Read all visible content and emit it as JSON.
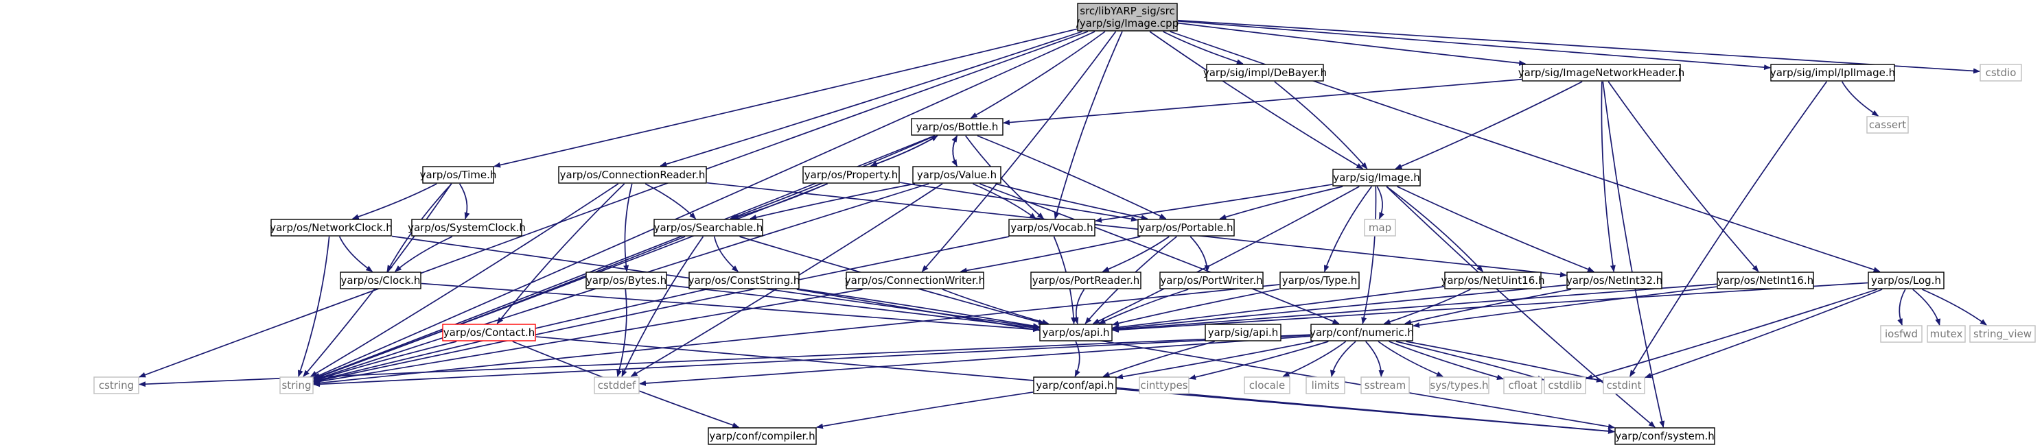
{
  "diagram": {
    "type": "include-dependency-graph",
    "colors": {
      "edge": "#191970",
      "root_fill": "#bfbfbf",
      "box_border": "#000000",
      "system_border": "#bfbfbf",
      "system_text": "#777777",
      "external_border": "#ff0000"
    },
    "nodes": [
      {
        "id": "root",
        "lines": [
          "src/libYARP_sig/src",
          "/yarp/sig/Image.cpp"
        ],
        "kind": "root"
      },
      {
        "id": "time",
        "lines": [
          "yarp/os/Time.h"
        ],
        "kind": "internal"
      },
      {
        "id": "connreader",
        "lines": [
          "yarp/os/ConnectionReader.h"
        ],
        "kind": "internal"
      },
      {
        "id": "bottle",
        "lines": [
          "yarp/os/Bottle.h"
        ],
        "kind": "internal"
      },
      {
        "id": "property",
        "lines": [
          "yarp/os/Property.h"
        ],
        "kind": "internal"
      },
      {
        "id": "value",
        "lines": [
          "yarp/os/Value.h"
        ],
        "kind": "internal"
      },
      {
        "id": "debayer",
        "lines": [
          "yarp/sig/impl/DeBayer.h"
        ],
        "kind": "internal"
      },
      {
        "id": "imgnethdr",
        "lines": [
          "yarp/sig/ImageNetworkHeader.h"
        ],
        "kind": "internal"
      },
      {
        "id": "iplimage",
        "lines": [
          "yarp/sig/impl/IplImage.h"
        ],
        "kind": "internal"
      },
      {
        "id": "cstdio",
        "lines": [
          "cstdio"
        ],
        "kind": "system"
      },
      {
        "id": "cassert",
        "lines": [
          "cassert"
        ],
        "kind": "system"
      },
      {
        "id": "image",
        "lines": [
          "yarp/sig/Image.h"
        ],
        "kind": "internal"
      },
      {
        "id": "netclock",
        "lines": [
          "yarp/os/NetworkClock.h"
        ],
        "kind": "internal"
      },
      {
        "id": "sysclock",
        "lines": [
          "yarp/os/SystemClock.h"
        ],
        "kind": "internal"
      },
      {
        "id": "searchable",
        "lines": [
          "yarp/os/Searchable.h"
        ],
        "kind": "internal"
      },
      {
        "id": "vocab",
        "lines": [
          "yarp/os/Vocab.h"
        ],
        "kind": "internal"
      },
      {
        "id": "portable",
        "lines": [
          "yarp/os/Portable.h"
        ],
        "kind": "internal"
      },
      {
        "id": "map",
        "lines": [
          "map"
        ],
        "kind": "system"
      },
      {
        "id": "clock",
        "lines": [
          "yarp/os/Clock.h"
        ],
        "kind": "internal"
      },
      {
        "id": "bytes",
        "lines": [
          "yarp/os/Bytes.h"
        ],
        "kind": "internal"
      },
      {
        "id": "conststring",
        "lines": [
          "yarp/os/ConstString.h"
        ],
        "kind": "internal"
      },
      {
        "id": "connwriter",
        "lines": [
          "yarp/os/ConnectionWriter.h"
        ],
        "kind": "internal"
      },
      {
        "id": "portreader",
        "lines": [
          "yarp/os/PortReader.h"
        ],
        "kind": "internal"
      },
      {
        "id": "portwriter",
        "lines": [
          "yarp/os/PortWriter.h"
        ],
        "kind": "internal"
      },
      {
        "id": "type",
        "lines": [
          "yarp/os/Type.h"
        ],
        "kind": "internal"
      },
      {
        "id": "netuint16",
        "lines": [
          "yarp/os/NetUint16.h"
        ],
        "kind": "internal"
      },
      {
        "id": "netint32",
        "lines": [
          "yarp/os/NetInt32.h"
        ],
        "kind": "internal"
      },
      {
        "id": "netint16",
        "lines": [
          "yarp/os/NetInt16.h"
        ],
        "kind": "internal"
      },
      {
        "id": "log",
        "lines": [
          "yarp/os/Log.h"
        ],
        "kind": "internal"
      },
      {
        "id": "iosfwd",
        "lines": [
          "iosfwd"
        ],
        "kind": "system"
      },
      {
        "id": "mutex",
        "lines": [
          "mutex"
        ],
        "kind": "system"
      },
      {
        "id": "string_view",
        "lines": [
          "string_view"
        ],
        "kind": "system"
      },
      {
        "id": "contact",
        "lines": [
          "yarp/os/Contact.h"
        ],
        "kind": "external"
      },
      {
        "id": "osapi",
        "lines": [
          "yarp/os/api.h"
        ],
        "kind": "internal"
      },
      {
        "id": "sigapi",
        "lines": [
          "yarp/sig/api.h"
        ],
        "kind": "internal"
      },
      {
        "id": "numeric",
        "lines": [
          "yarp/conf/numeric.h"
        ],
        "kind": "internal"
      },
      {
        "id": "cstring",
        "lines": [
          "cstring"
        ],
        "kind": "system"
      },
      {
        "id": "string",
        "lines": [
          "string"
        ],
        "kind": "system"
      },
      {
        "id": "cstddef",
        "lines": [
          "cstddef"
        ],
        "kind": "system"
      },
      {
        "id": "cinttypes",
        "lines": [
          "cinttypes"
        ],
        "kind": "system"
      },
      {
        "id": "clocale",
        "lines": [
          "clocale"
        ],
        "kind": "system"
      },
      {
        "id": "limits",
        "lines": [
          "limits"
        ],
        "kind": "system"
      },
      {
        "id": "sstream",
        "lines": [
          "sstream"
        ],
        "kind": "system"
      },
      {
        "id": "systypes",
        "lines": [
          "sys/types.h"
        ],
        "kind": "system"
      },
      {
        "id": "cfloat",
        "lines": [
          "cfloat"
        ],
        "kind": "system"
      },
      {
        "id": "cstdlib",
        "lines": [
          "cstdlib"
        ],
        "kind": "system"
      },
      {
        "id": "cstdint",
        "lines": [
          "cstdint"
        ],
        "kind": "system"
      },
      {
        "id": "confapi",
        "lines": [
          "yarp/conf/api.h"
        ],
        "kind": "internal"
      },
      {
        "id": "compiler",
        "lines": [
          "yarp/conf/compiler.h"
        ],
        "kind": "internal"
      },
      {
        "id": "system",
        "lines": [
          "yarp/conf/system.h"
        ],
        "kind": "internal"
      }
    ],
    "edges": [
      [
        "root",
        "time"
      ],
      [
        "root",
        "connreader"
      ],
      [
        "root",
        "bottle"
      ],
      [
        "root",
        "debayer"
      ],
      [
        "root",
        "imgnethdr"
      ],
      [
        "root",
        "iplimage"
      ],
      [
        "root",
        "cstdio"
      ],
      [
        "root",
        "image"
      ],
      [
        "root",
        "vocab"
      ],
      [
        "root",
        "log"
      ],
      [
        "root",
        "cstring"
      ],
      [
        "root",
        "string"
      ],
      [
        "root",
        "connwriter"
      ],
      [
        "time",
        "netclock"
      ],
      [
        "time",
        "sysclock"
      ],
      [
        "time",
        "clock"
      ],
      [
        "time",
        "string"
      ],
      [
        "connreader",
        "searchable"
      ],
      [
        "connreader",
        "bytes"
      ],
      [
        "connreader",
        "contact"
      ],
      [
        "connreader",
        "netint32"
      ],
      [
        "connreader",
        "string"
      ],
      [
        "bottle",
        "property"
      ],
      [
        "bottle",
        "value"
      ],
      [
        "bottle",
        "searchable"
      ],
      [
        "bottle",
        "vocab"
      ],
      [
        "bottle",
        "portable"
      ],
      [
        "bottle",
        "string"
      ],
      [
        "property",
        "bottle"
      ],
      [
        "property",
        "searchable"
      ],
      [
        "property",
        "portable"
      ],
      [
        "property",
        "string"
      ],
      [
        "value",
        "bottle"
      ],
      [
        "value",
        "searchable"
      ],
      [
        "value",
        "vocab"
      ],
      [
        "value",
        "portable"
      ],
      [
        "value",
        "numeric"
      ],
      [
        "value",
        "cstddef"
      ],
      [
        "value",
        "string"
      ],
      [
        "debayer",
        "image"
      ],
      [
        "imgnethdr",
        "bottle"
      ],
      [
        "imgnethdr",
        "image"
      ],
      [
        "imgnethdr",
        "netint32"
      ],
      [
        "imgnethdr",
        "netint16"
      ],
      [
        "imgnethdr",
        "system"
      ],
      [
        "iplimage",
        "cassert"
      ],
      [
        "iplimage",
        "cstdint"
      ],
      [
        "image",
        "vocab"
      ],
      [
        "image",
        "portable"
      ],
      [
        "image",
        "map"
      ],
      [
        "image",
        "type"
      ],
      [
        "image",
        "netuint16"
      ],
      [
        "image",
        "netint32"
      ],
      [
        "image",
        "numeric"
      ],
      [
        "image",
        "system"
      ],
      [
        "image",
        "osapi"
      ],
      [
        "netclock",
        "clock"
      ],
      [
        "netclock",
        "osapi"
      ],
      [
        "netclock",
        "string"
      ],
      [
        "sysclock",
        "clock"
      ],
      [
        "searchable",
        "conststring"
      ],
      [
        "searchable",
        "osapi"
      ],
      [
        "searchable",
        "cstddef"
      ],
      [
        "searchable",
        "string"
      ],
      [
        "vocab",
        "osapi"
      ],
      [
        "vocab",
        "string"
      ],
      [
        "portable",
        "portreader"
      ],
      [
        "portable",
        "portwriter"
      ],
      [
        "portable",
        "connwriter"
      ],
      [
        "portable",
        "osapi"
      ],
      [
        "clock",
        "osapi"
      ],
      [
        "bytes",
        "osapi"
      ],
      [
        "bytes",
        "cstddef"
      ],
      [
        "conststring",
        "osapi"
      ],
      [
        "conststring",
        "string"
      ],
      [
        "conststring",
        "system"
      ],
      [
        "connwriter",
        "osapi"
      ],
      [
        "connwriter",
        "string"
      ],
      [
        "portreader",
        "osapi"
      ],
      [
        "portwriter",
        "osapi"
      ],
      [
        "type",
        "osapi"
      ],
      [
        "type",
        "string"
      ],
      [
        "netuint16",
        "osapi"
      ],
      [
        "netuint16",
        "numeric"
      ],
      [
        "netint32",
        "osapi"
      ],
      [
        "netint32",
        "numeric"
      ],
      [
        "netint16",
        "osapi"
      ],
      [
        "netint16",
        "numeric"
      ],
      [
        "log",
        "osapi"
      ],
      [
        "log",
        "iosfwd"
      ],
      [
        "log",
        "mutex"
      ],
      [
        "log",
        "string_view"
      ],
      [
        "log",
        "cstdint"
      ],
      [
        "log",
        "cstdlib"
      ],
      [
        "contact",
        "string"
      ],
      [
        "contact",
        "compiler"
      ],
      [
        "contact",
        "system"
      ],
      [
        "osapi",
        "confapi"
      ],
      [
        "sigapi",
        "confapi"
      ],
      [
        "numeric",
        "string"
      ],
      [
        "numeric",
        "cstring"
      ],
      [
        "numeric",
        "cstddef"
      ],
      [
        "numeric",
        "cinttypes"
      ],
      [
        "numeric",
        "clocale"
      ],
      [
        "numeric",
        "limits"
      ],
      [
        "numeric",
        "sstream"
      ],
      [
        "numeric",
        "systypes"
      ],
      [
        "numeric",
        "cfloat"
      ],
      [
        "numeric",
        "cstdlib"
      ],
      [
        "numeric",
        "cstdint"
      ],
      [
        "numeric",
        "confapi"
      ],
      [
        "confapi",
        "compiler"
      ],
      [
        "confapi",
        "system"
      ]
    ]
  }
}
